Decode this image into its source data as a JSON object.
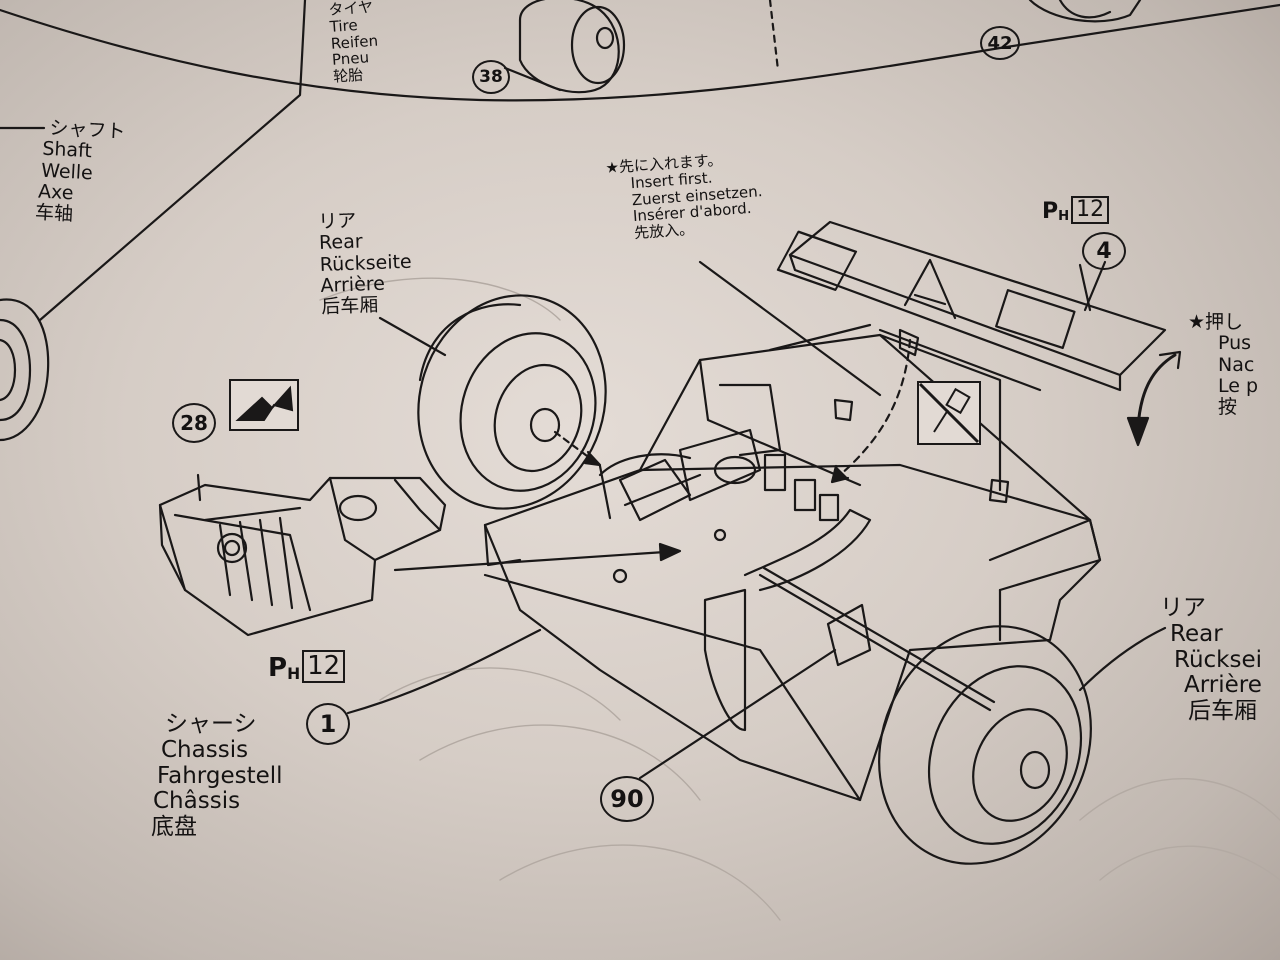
{
  "labels": {
    "tire": [
      "タイヤ",
      "Tire",
      "Reifen",
      "Pneu",
      "轮胎"
    ],
    "shaft": [
      "シャフト",
      "Shaft",
      "Welle",
      "Axe",
      "车轴"
    ],
    "rear_left": [
      "リア",
      "Rear",
      "Rückseite",
      "Arrière",
      "后车厢"
    ],
    "insert_first": [
      "★先に入れます。",
      "Insert first.",
      "Zuerst einsetzen.",
      "Insérer d'abord.",
      "先放入。"
    ],
    "push": [
      "★押し",
      "Pus",
      "Nac",
      "Le p",
      "按"
    ],
    "rear_right": [
      "リア",
      "Rear",
      "Rücksei",
      "Arrière",
      "后车厢"
    ],
    "chassis": [
      "シャーシ",
      "Chassis",
      "Fahrgestell",
      "Châssis",
      "底盘"
    ]
  },
  "parts": {
    "p38": "38",
    "p42": "42",
    "p4": "4",
    "p28": "28",
    "p1": "1",
    "p90": "90"
  },
  "ph_marks": {
    "top": {
      "letter": "P",
      "sub": "H",
      "num": "12"
    },
    "bottom": {
      "letter": "P",
      "sub": "H",
      "num": "12"
    }
  },
  "colors": {
    "paper": "#d9d1cb",
    "ink": "#151313"
  }
}
